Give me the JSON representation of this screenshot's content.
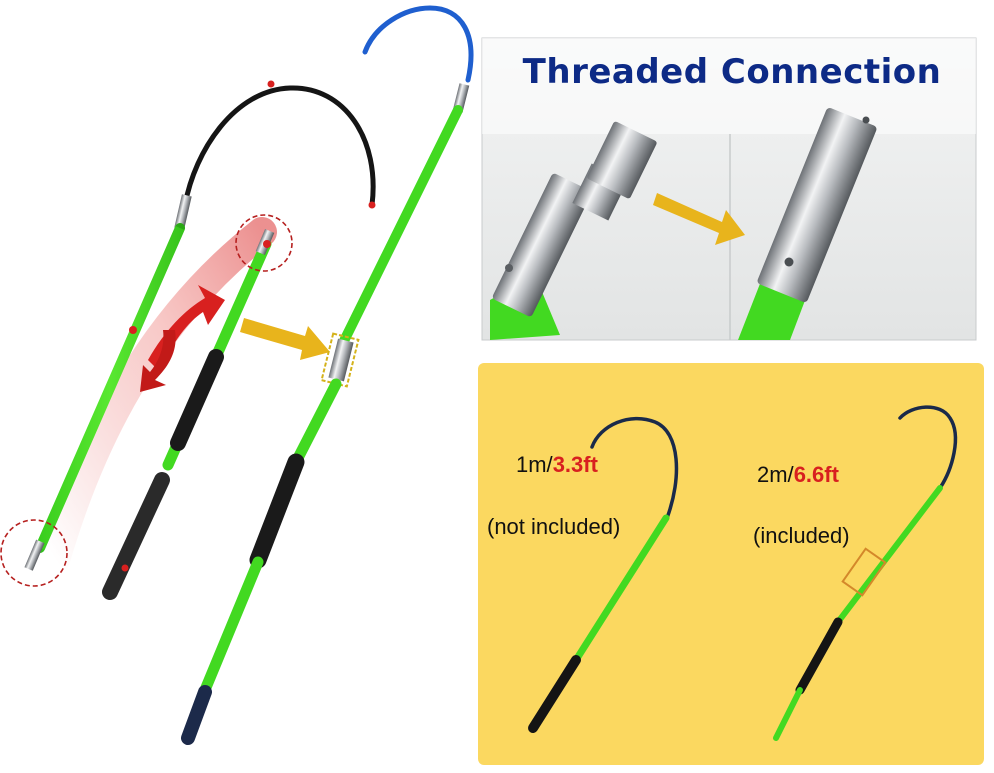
{
  "threaded_panel": {
    "title": "Threaded Connection"
  },
  "lengths_panel": {
    "short_pole": {
      "metric": "1m/",
      "imperial": "3.3ft",
      "note": "(not included)"
    },
    "long_pole": {
      "metric": "2m/",
      "imperial": "6.6ft",
      "note": "(included)"
    }
  },
  "colors": {
    "pole_green": "#4ee62a",
    "title_blue": "#0d2a86",
    "highlight_red": "#d8201f",
    "arrow_gold": "#e8b41c",
    "panel_yellow": "#fbd860",
    "hook_blue": "#1f5fcf"
  },
  "icons": [
    "swap-arrow-icon",
    "right-arrow-icon"
  ]
}
